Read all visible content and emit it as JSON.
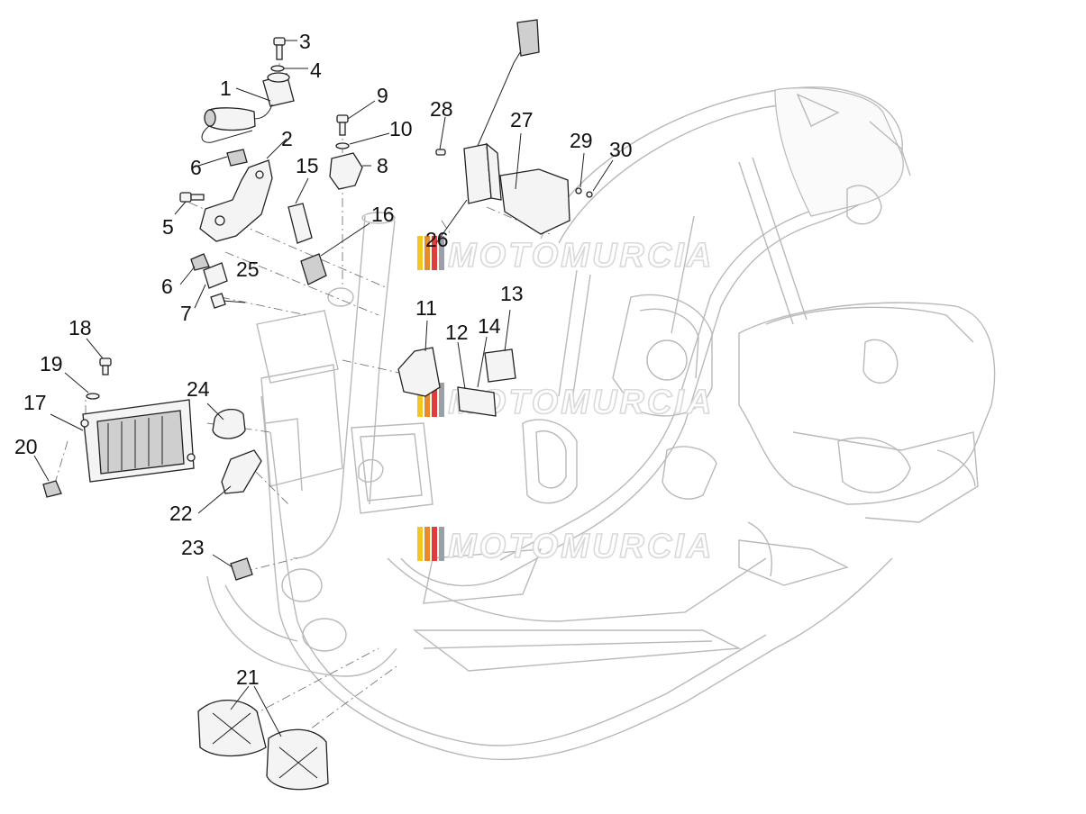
{
  "callouts": [
    {
      "id": "1",
      "label": "1"
    },
    {
      "id": "2",
      "label": "2"
    },
    {
      "id": "3",
      "label": "3"
    },
    {
      "id": "4",
      "label": "4"
    },
    {
      "id": "5",
      "label": "5"
    },
    {
      "id": "6a",
      "label": "6"
    },
    {
      "id": "6b",
      "label": "6"
    },
    {
      "id": "7",
      "label": "7"
    },
    {
      "id": "8",
      "label": "8"
    },
    {
      "id": "9",
      "label": "9"
    },
    {
      "id": "10",
      "label": "10"
    },
    {
      "id": "11",
      "label": "11"
    },
    {
      "id": "12",
      "label": "12"
    },
    {
      "id": "13",
      "label": "13"
    },
    {
      "id": "14",
      "label": "14"
    },
    {
      "id": "15",
      "label": "15"
    },
    {
      "id": "16",
      "label": "16"
    },
    {
      "id": "17",
      "label": "17"
    },
    {
      "id": "18",
      "label": "18"
    },
    {
      "id": "19",
      "label": "19"
    },
    {
      "id": "20",
      "label": "20"
    },
    {
      "id": "21",
      "label": "21"
    },
    {
      "id": "22",
      "label": "22"
    },
    {
      "id": "23",
      "label": "23"
    },
    {
      "id": "24",
      "label": "24"
    },
    {
      "id": "25",
      "label": "25"
    },
    {
      "id": "26",
      "label": "26"
    },
    {
      "id": "27",
      "label": "27"
    },
    {
      "id": "28",
      "label": "28"
    },
    {
      "id": "29",
      "label": "29"
    },
    {
      "id": "30",
      "label": "30"
    }
  ],
  "watermark": {
    "text": "MOTOMURCIA",
    "stripe_colors": [
      "#f3c623",
      "#e98a2a",
      "#e23b3b",
      "#9aa0a6"
    ]
  }
}
